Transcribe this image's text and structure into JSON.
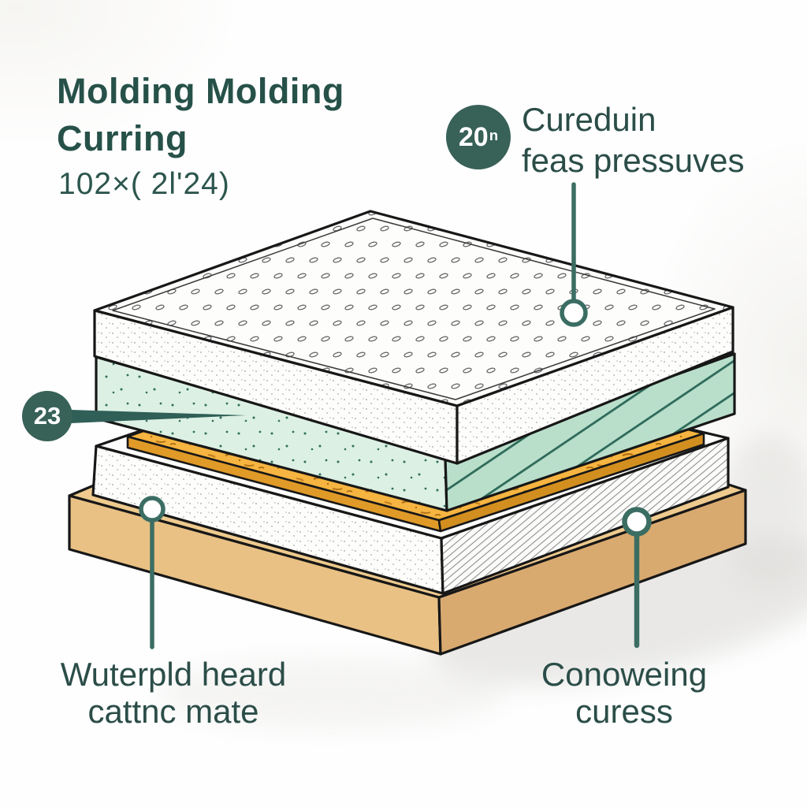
{
  "title": {
    "line1": "Molding Molding",
    "line2": "Curring",
    "subtitle": "102×( 2l'24)"
  },
  "callouts": {
    "top": {
      "badge_value": "20",
      "badge_sup": "n",
      "label_line1": "Cureduin",
      "label_line2": "feas pressuves"
    },
    "left": {
      "badge_value": "23"
    },
    "bottom_left": {
      "label_line1": "Wuterpld heard",
      "label_line2": "cattnc mate"
    },
    "bottom_right": {
      "label_line1": "Conoweing",
      "label_line2": "curess"
    }
  },
  "colors": {
    "accent_teal": "#386158",
    "callout_line_teal": "#3b6d63",
    "text_teal": "#2b4d48",
    "mint_top": "#cfe9da",
    "mint_front": "#dcf0e4",
    "mint_hatch_face": "#b9dfcb",
    "orange_core": "#f6b440",
    "wood_top": "#eeca8e",
    "wood_front": "#e9c184",
    "wood_side": "#d9aa70",
    "outline_black": "#171717"
  }
}
